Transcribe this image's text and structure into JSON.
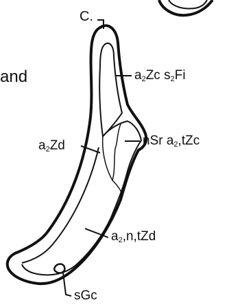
{
  "panel_letter": "C.",
  "fragment_text": "and",
  "labels": {
    "upper_right": {
      "p1": "a",
      "s1": "2",
      "p2": "Zc s",
      "s2": "2",
      "p3": "Fi"
    },
    "middle_left": {
      "p1": "a",
      "s1": "2",
      "p2": "Zd"
    },
    "middle_right": {
      "p1": "nSr a",
      "s1": "2",
      "p2": ",tZc"
    },
    "lower_right": {
      "p1": "a",
      "s1": "2",
      "p2": ",n,tZd"
    },
    "bottom": {
      "p1": "sGc"
    }
  },
  "colors": {
    "ink": "#111111",
    "background": "#ffffff"
  }
}
